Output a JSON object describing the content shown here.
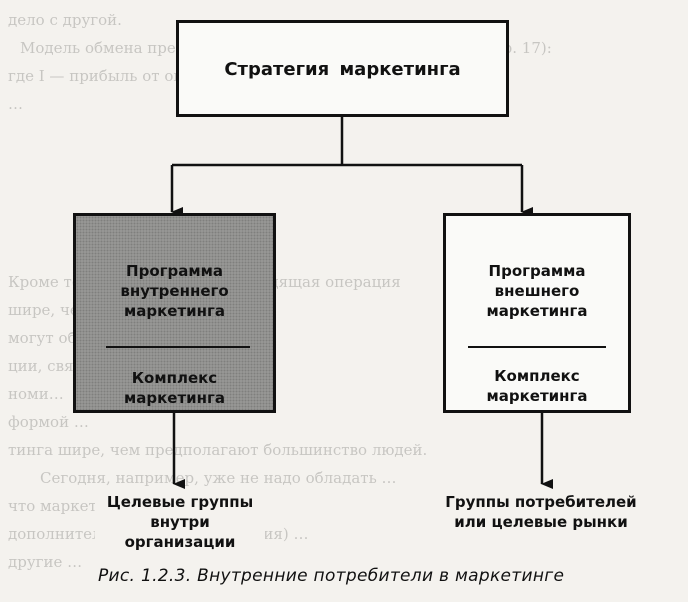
{
  "diagram": {
    "top_box": "Стратегия маркетинга",
    "left_box": {
      "upper": "Программа внутреннего маркетинга",
      "lower": "Комплекс маркетинга"
    },
    "right_box": {
      "upper": "Программа внешнего маркетинга",
      "lower": "Комплекс маркетинга"
    },
    "left_target": "Целевые группы внутри организации",
    "right_target": "Группы потребителей или целевые рынки",
    "caption": "Рис. 1.2.3. Внутренние потребители в маркетинге"
  },
  "background_text": [
    "дело с другой.",
    "Модель обмена представляется уравнением (Мейсон, 1995, р. 17):",
    "где I — прибыль от операции; …",
    "…",
    "Кроме того, потенциально подходящая операция",
    "шире, чем принято считать.",
    "могут обмениваться …",
    "ции, связанные с …",
    "номи…",
    "формой …",
    "тинга шире, чем предполагают большинство людей.",
    "Сегодня, например, уже не надо обладать …",
    "что маркетинг …",
    "дополнительные (ресурсы, знания) …",
    "другие …"
  ]
}
